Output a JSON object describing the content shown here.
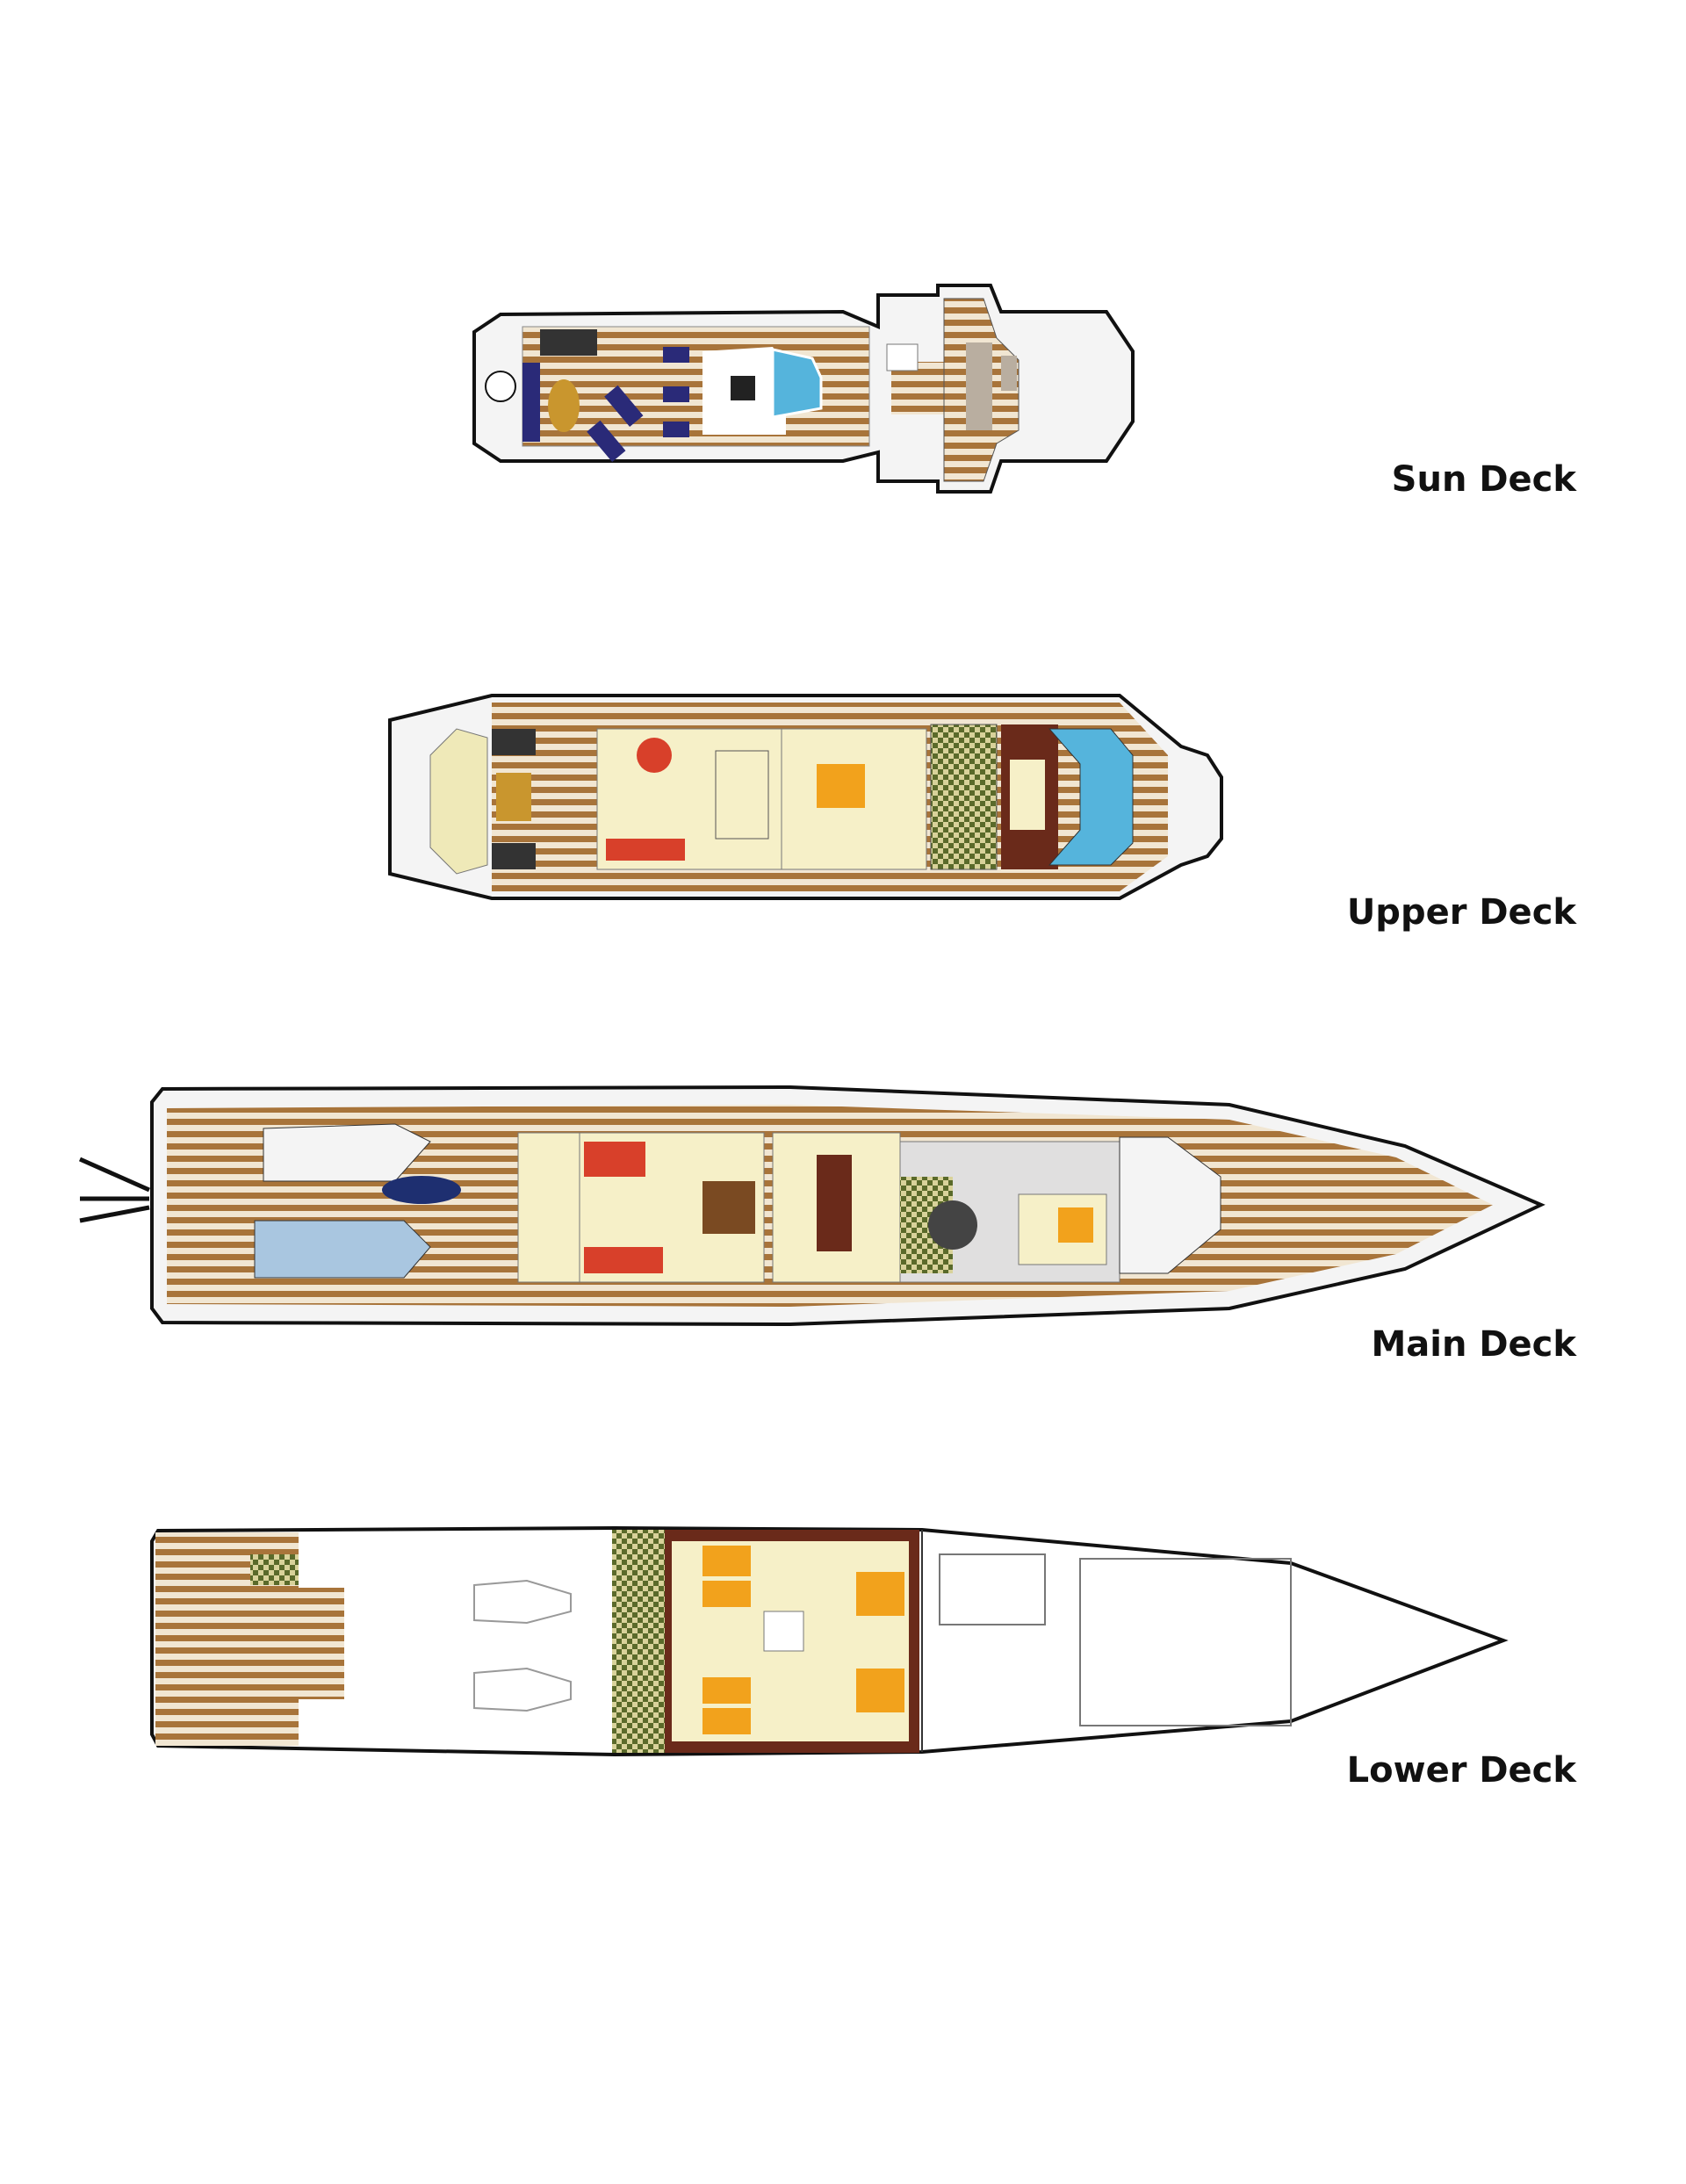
{
  "decks": [
    {
      "label": "Sun Deck"
    },
    {
      "label": "Upper Deck"
    },
    {
      "label": "Main Deck"
    },
    {
      "label": "Lower Deck"
    }
  ],
  "colors": {
    "teak": "#a8743a",
    "teak_light": "#f1e6d2",
    "hull": "#f4f4f4",
    "interior": "#f6f0c8",
    "pool": "#55b4dc",
    "furniture_blue": "#2a2a78",
    "bed": "#f2a21c",
    "sofa": "#d8402a"
  }
}
